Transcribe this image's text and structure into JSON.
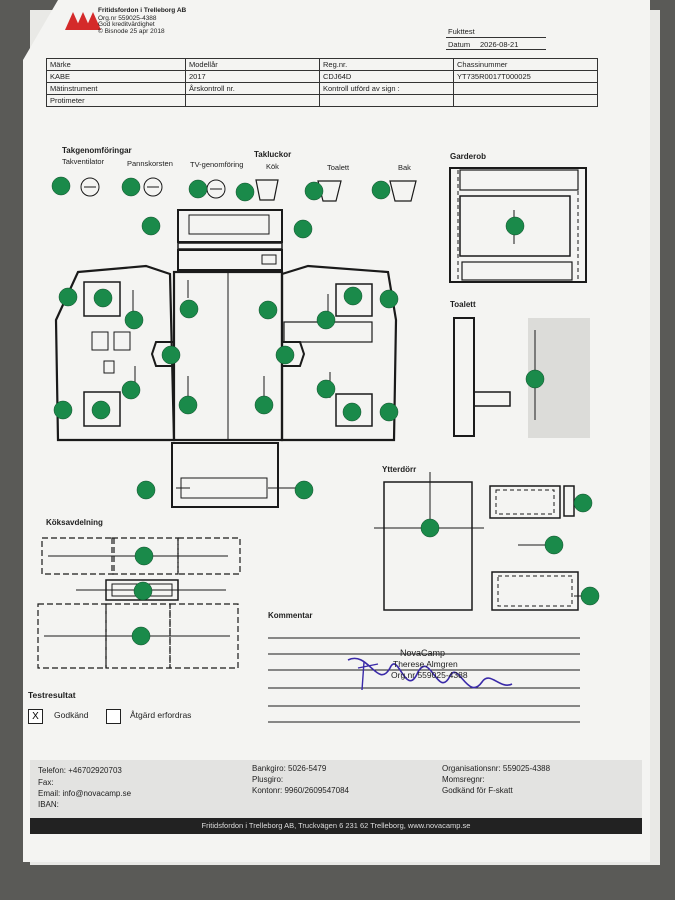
{
  "header": {
    "company": "Fritidsfordon i Trelleborg AB",
    "org_line": "Org.nr 559025-4388",
    "credit_line": "God kreditvärdighet",
    "bisnode_line": "© Bisnode 25 apr 2018",
    "test_title": "Fukttest",
    "date_label": "Datum",
    "date_value": "2026-08-21"
  },
  "info_table": {
    "make_label": "Märke",
    "make_value": "KABE",
    "model_year_label": "Modellår",
    "model_year_value": "2017",
    "reg_label": "Reg.nr.",
    "reg_value": "CDJ64D",
    "chassis_label": "Chassinummer",
    "chassis_value": "YT735R0017T000025",
    "instrument_label": "Mätinstrument",
    "instrument_value": "Protimeter",
    "annual_label": "Årskontroll nr.",
    "performed_label": "Kontroll utförd av sign :"
  },
  "sections": {
    "roof_penetrations": "Takgenomföringar",
    "roof_vent": "Takventilator",
    "panel_fan": "Pannskorsten",
    "tv_pass": "TV-genomföring",
    "roof_hatches": "Takluckor",
    "kitchen": "Kök",
    "toilet_hatch": "Toalett",
    "rear": "Bak",
    "wardrobe": "Garderob",
    "toilet": "Toalett",
    "outer_door": "Ytterdörr",
    "kitchen_section": "Köksavdelning",
    "comment": "Kommentar",
    "test_result": "Testresultat",
    "approved": "Godkänd",
    "approved_mark": "X",
    "action_needed": "Åtgärd erfordras"
  },
  "stamp": {
    "name": "NovaCamp",
    "person": "Therese Almgren",
    "org": "Org.nr 559025-4388"
  },
  "footer": {
    "phone": "Telefon: +46702920703",
    "fax": "Fax:",
    "email": "Email: info@novacamp.se",
    "iban": "IBAN:",
    "bankgiro": "Bankgiro: 5026-5479",
    "plusgiro": "Plusgiro:",
    "account": "Kontonr: 9960/2609547084",
    "org_nr": "Organisationsnr: 559025-4388",
    "vat": "Momsregnr:",
    "tax": "Godkänd för F-skatt",
    "bar_text": "Fritidsfordon i Trelleborg AB, Truckvägen 6 231 62 Trelleborg, www.novacamp.se"
  },
  "colors": {
    "marker_green": "#1a8a4a",
    "line": "#1a1a1a"
  }
}
